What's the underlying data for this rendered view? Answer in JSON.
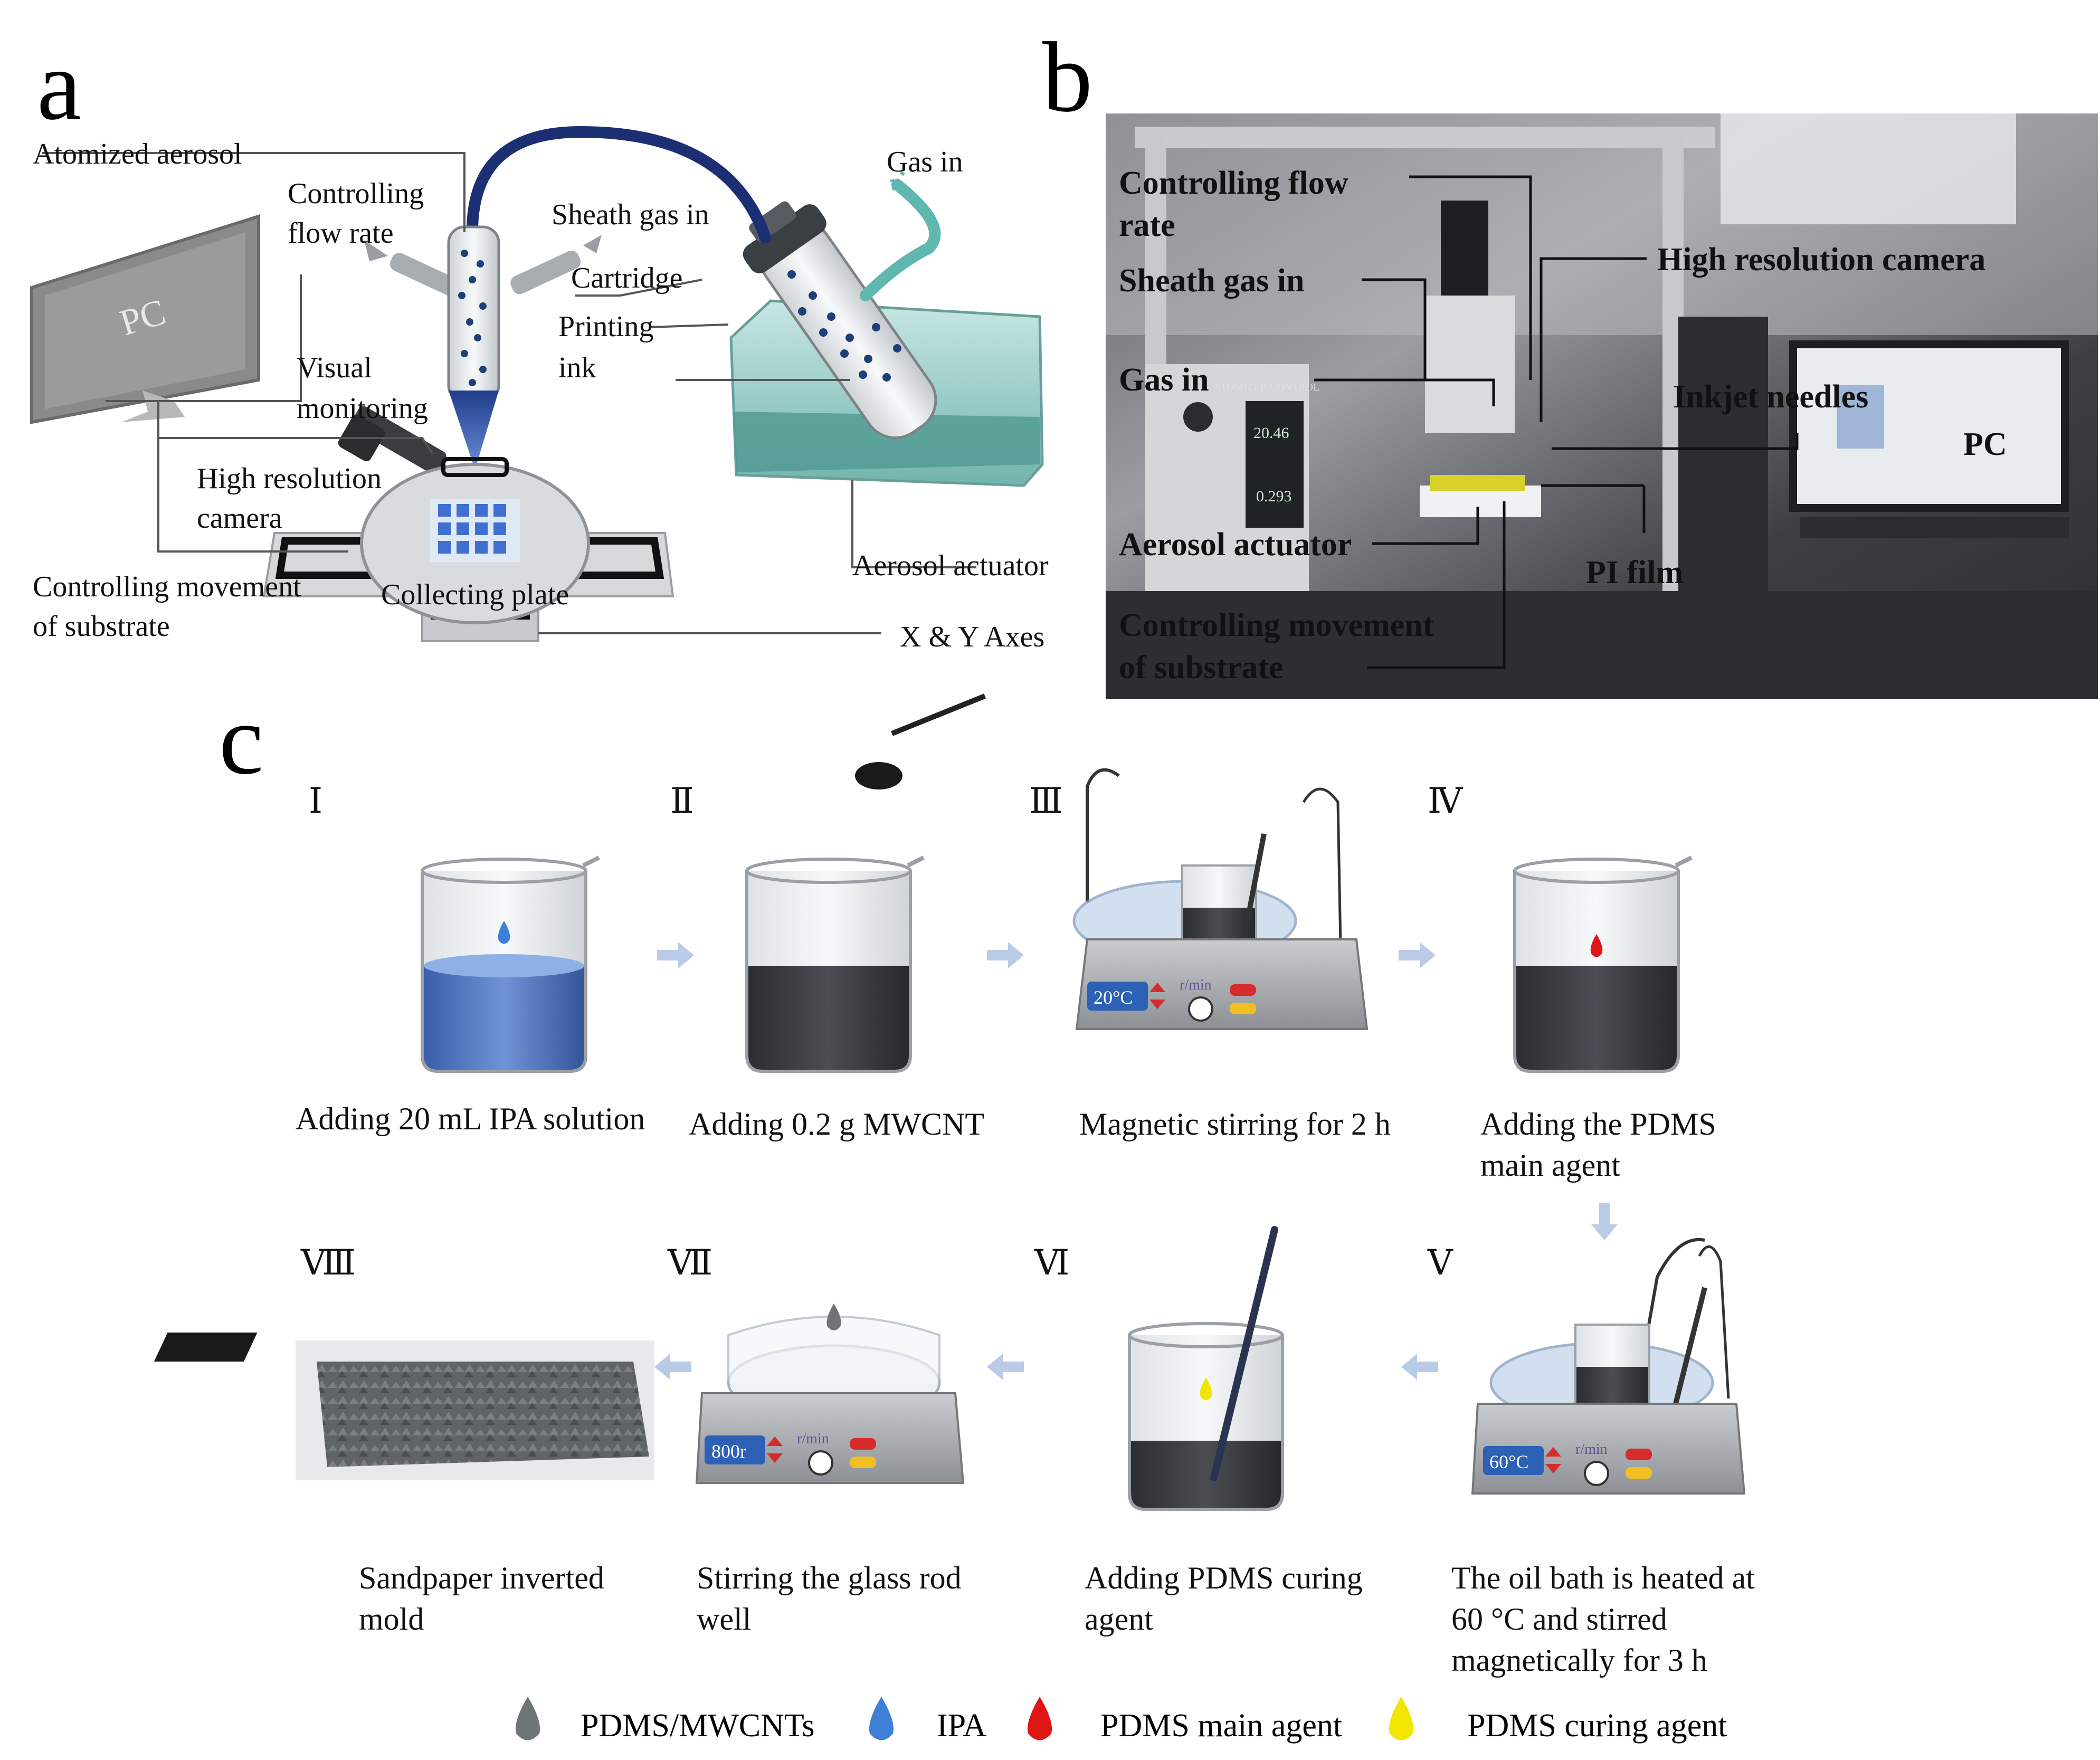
{
  "panel_a": {
    "letter": "a",
    "pc_screen_text": "PC",
    "labels": {
      "atomized_aerosol": "Atomized aerosol",
      "controlling_flow_rate_1": "Controlling",
      "controlling_flow_rate_2": "flow  rate",
      "sheath_gas_in": "Sheath gas in",
      "gas_in": "Gas in",
      "cartridge": "Cartridge",
      "printing_ink_1": "Printing",
      "printing_ink_2": "ink",
      "visual_monitoring_1": "Visual",
      "visual_monitoring_2": "monitoring",
      "high_res_camera_1": "High resolution",
      "high_res_camera_2": "camera",
      "controlling_movement_1": "Controlling movement",
      "controlling_movement_2": "of substrate",
      "collecting_plate": "Collecting plate",
      "aerosol_actuator": "Aerosol actuator",
      "xy_axes": "X & Y Axes"
    }
  },
  "panel_b": {
    "letter": "b",
    "labels": {
      "controlling_flow_rate_1": "Controlling flow",
      "controlling_flow_rate_2": "rate",
      "sheath_gas_in": "Sheath gas in",
      "gas_in": "Gas in",
      "high_res_camera": "High resolution camera",
      "inkjet_needles": "Inkjet needles",
      "pc": "PC",
      "aerosol_actuator": "Aerosol actuator",
      "pi_film": "PI film",
      "controlling_movement_1": "Controlling movement",
      "controlling_movement_2": "of substrate"
    },
    "device_readouts": [
      "20.46",
      "0.293"
    ],
    "device_panel_title": "ATOMIZER CONTROL"
  },
  "panel_c": {
    "letter": "c",
    "steps": [
      {
        "numeral": "Ⅰ",
        "caption_1": "Adding 20 mL IPA solution",
        "caption_2": ""
      },
      {
        "numeral": "Ⅱ",
        "caption_1": "Adding 0.2 g MWCNT",
        "caption_2": ""
      },
      {
        "numeral": "Ⅲ",
        "caption_1": "Magnetic stirring for 2 h",
        "caption_2": "",
        "display": "20°C",
        "speed_unit": "r/min"
      },
      {
        "numeral": "Ⅳ",
        "caption_1": "Adding the PDMS",
        "caption_2": "main agent"
      },
      {
        "numeral": "Ⅴ",
        "caption_1": "The oil bath is heated at",
        "caption_2": "60 °C and stirred",
        "caption_3": "magnetically for 3 h",
        "display": "60°C",
        "speed_unit": "r/min"
      },
      {
        "numeral": "Ⅵ",
        "caption_1": "Adding PDMS curing",
        "caption_2": "agent"
      },
      {
        "numeral": "Ⅶ",
        "caption_1": "Stirring the glass rod",
        "caption_2": "well",
        "display": "800r",
        "speed_unit": "r/min"
      },
      {
        "numeral": "Ⅷ",
        "caption_1": "Sandpaper inverted",
        "caption_2": "mold"
      }
    ],
    "legend": [
      {
        "label": "PDMS/MWCNTs",
        "color": "#6f7577"
      },
      {
        "label": "IPA",
        "color": "#3f7fd6"
      },
      {
        "label": "PDMS main agent",
        "color": "#e01515"
      },
      {
        "label": "PDMS curing agent",
        "color": "#f2e600"
      }
    ]
  }
}
